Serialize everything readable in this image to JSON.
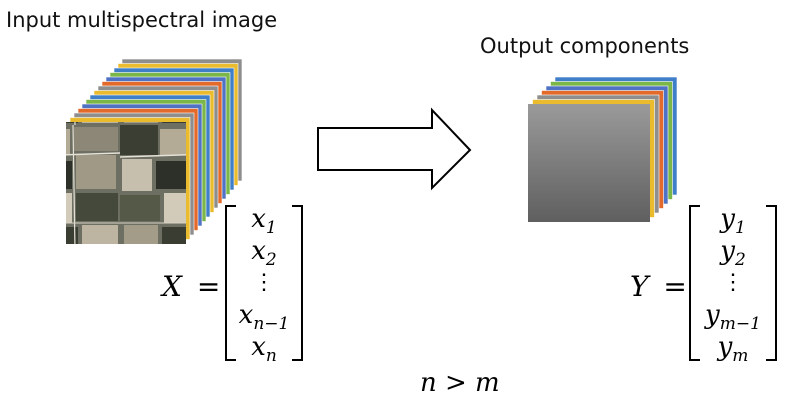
{
  "labels": {
    "input_title": "Input multispectral image",
    "output_title": "Output components"
  },
  "input_vector": {
    "symbol": "X",
    "entries": [
      {
        "base": "x",
        "sub": "1"
      },
      {
        "base": "x",
        "sub": "2"
      },
      {
        "base": "⋮",
        "sub": ""
      },
      {
        "base": "x",
        "sub": "n−1"
      },
      {
        "base": "x",
        "sub": "n"
      }
    ]
  },
  "output_vector": {
    "symbol": "Y",
    "entries": [
      {
        "base": "y",
        "sub": "1"
      },
      {
        "base": "y",
        "sub": "2"
      },
      {
        "base": "⋮",
        "sub": ""
      },
      {
        "base": "y",
        "sub": "m−1"
      },
      {
        "base": "y",
        "sub": "m"
      }
    ]
  },
  "condition": "n > m",
  "colors": {
    "layer_colors": [
      "#3f7ec8",
      "#e9bb2d",
      "#8e8e8e",
      "#e46a2c",
      "#4f72c4",
      "#7ab648"
    ],
    "output_front_top": "#9a9a9a",
    "output_front_bottom": "#5f5f5f"
  }
}
